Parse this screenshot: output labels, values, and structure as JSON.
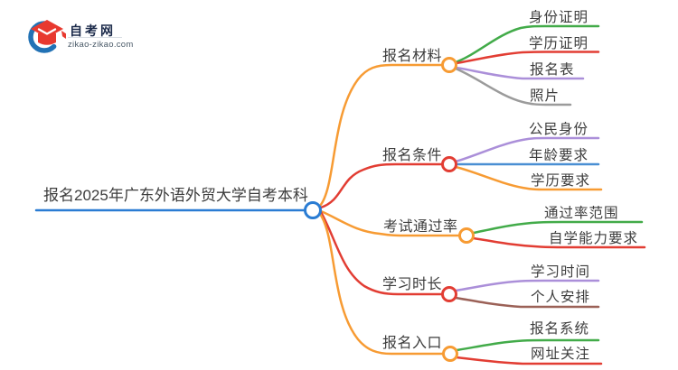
{
  "logo": {
    "site_name": "自考网",
    "site_url": "zikao-zikao.com",
    "icon": "graduation-cap-icon",
    "brand_blue": "#2272b5",
    "brand_red": "#e8392f"
  },
  "mindmap": {
    "root": {
      "label": "报名2025年广东外语外贸大学自考本科",
      "color": "#2a7cd3"
    },
    "branches": [
      {
        "label": "报名材料",
        "color": "#f79b33",
        "children": [
          {
            "label": "身份证明",
            "color": "#42ab49"
          },
          {
            "label": "学历证明",
            "color": "#e23d33"
          },
          {
            "label": "报名表",
            "color": "#ab8fd9"
          },
          {
            "label": "照片",
            "color": "#9b9b9b"
          }
        ]
      },
      {
        "label": "报名条件",
        "color": "#e23d33",
        "children": [
          {
            "label": "公民身份",
            "color": "#ab8fd9"
          },
          {
            "label": "年龄要求",
            "color": "#4a8fd3"
          },
          {
            "label": "学历要求",
            "color": "#f79b33"
          }
        ]
      },
      {
        "label": "考试通过率",
        "color": "#f79b33",
        "children": [
          {
            "label": "通过率范围",
            "color": "#42ab49"
          },
          {
            "label": "自学能力要求",
            "color": "#e23d33"
          }
        ]
      },
      {
        "label": "学习时长",
        "color": "#e23d33",
        "children": [
          {
            "label": "学习时间",
            "color": "#ab8fd9"
          },
          {
            "label": "个人安排",
            "color": "#9b6157"
          }
        ]
      },
      {
        "label": "报名入口",
        "color": "#f79b33",
        "children": [
          {
            "label": "报名系统",
            "color": "#42ab49"
          },
          {
            "label": "网址关注",
            "color": "#e23d33"
          }
        ]
      }
    ]
  }
}
